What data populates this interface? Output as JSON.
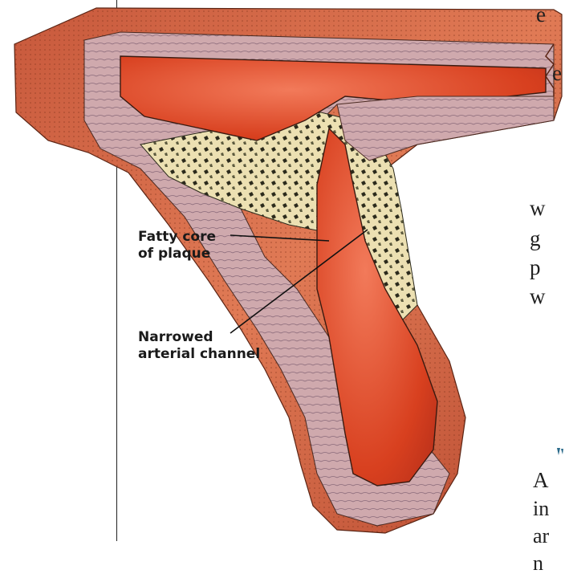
{
  "labels": {
    "fatty_core": [
      "Fatty core",
      "of plaque"
    ],
    "narrowed_channel": [
      "Narrowed",
      "arterial channel"
    ]
  },
  "page_fragments": {
    "top": [
      "e",
      "e"
    ],
    "middle": [
      "w",
      "g",
      "p",
      "w"
    ],
    "bottom": [
      "A",
      "in",
      "ar",
      "n"
    ]
  },
  "colors": {
    "artery_outer": "#d96a4a",
    "artery_lumen": "#e04a2a",
    "wall_layers": "#c9a6a6",
    "plaque": "#e8dcae",
    "plaque_dark": "#2b2a1c",
    "heading_fragment": "#2a6a8a"
  }
}
